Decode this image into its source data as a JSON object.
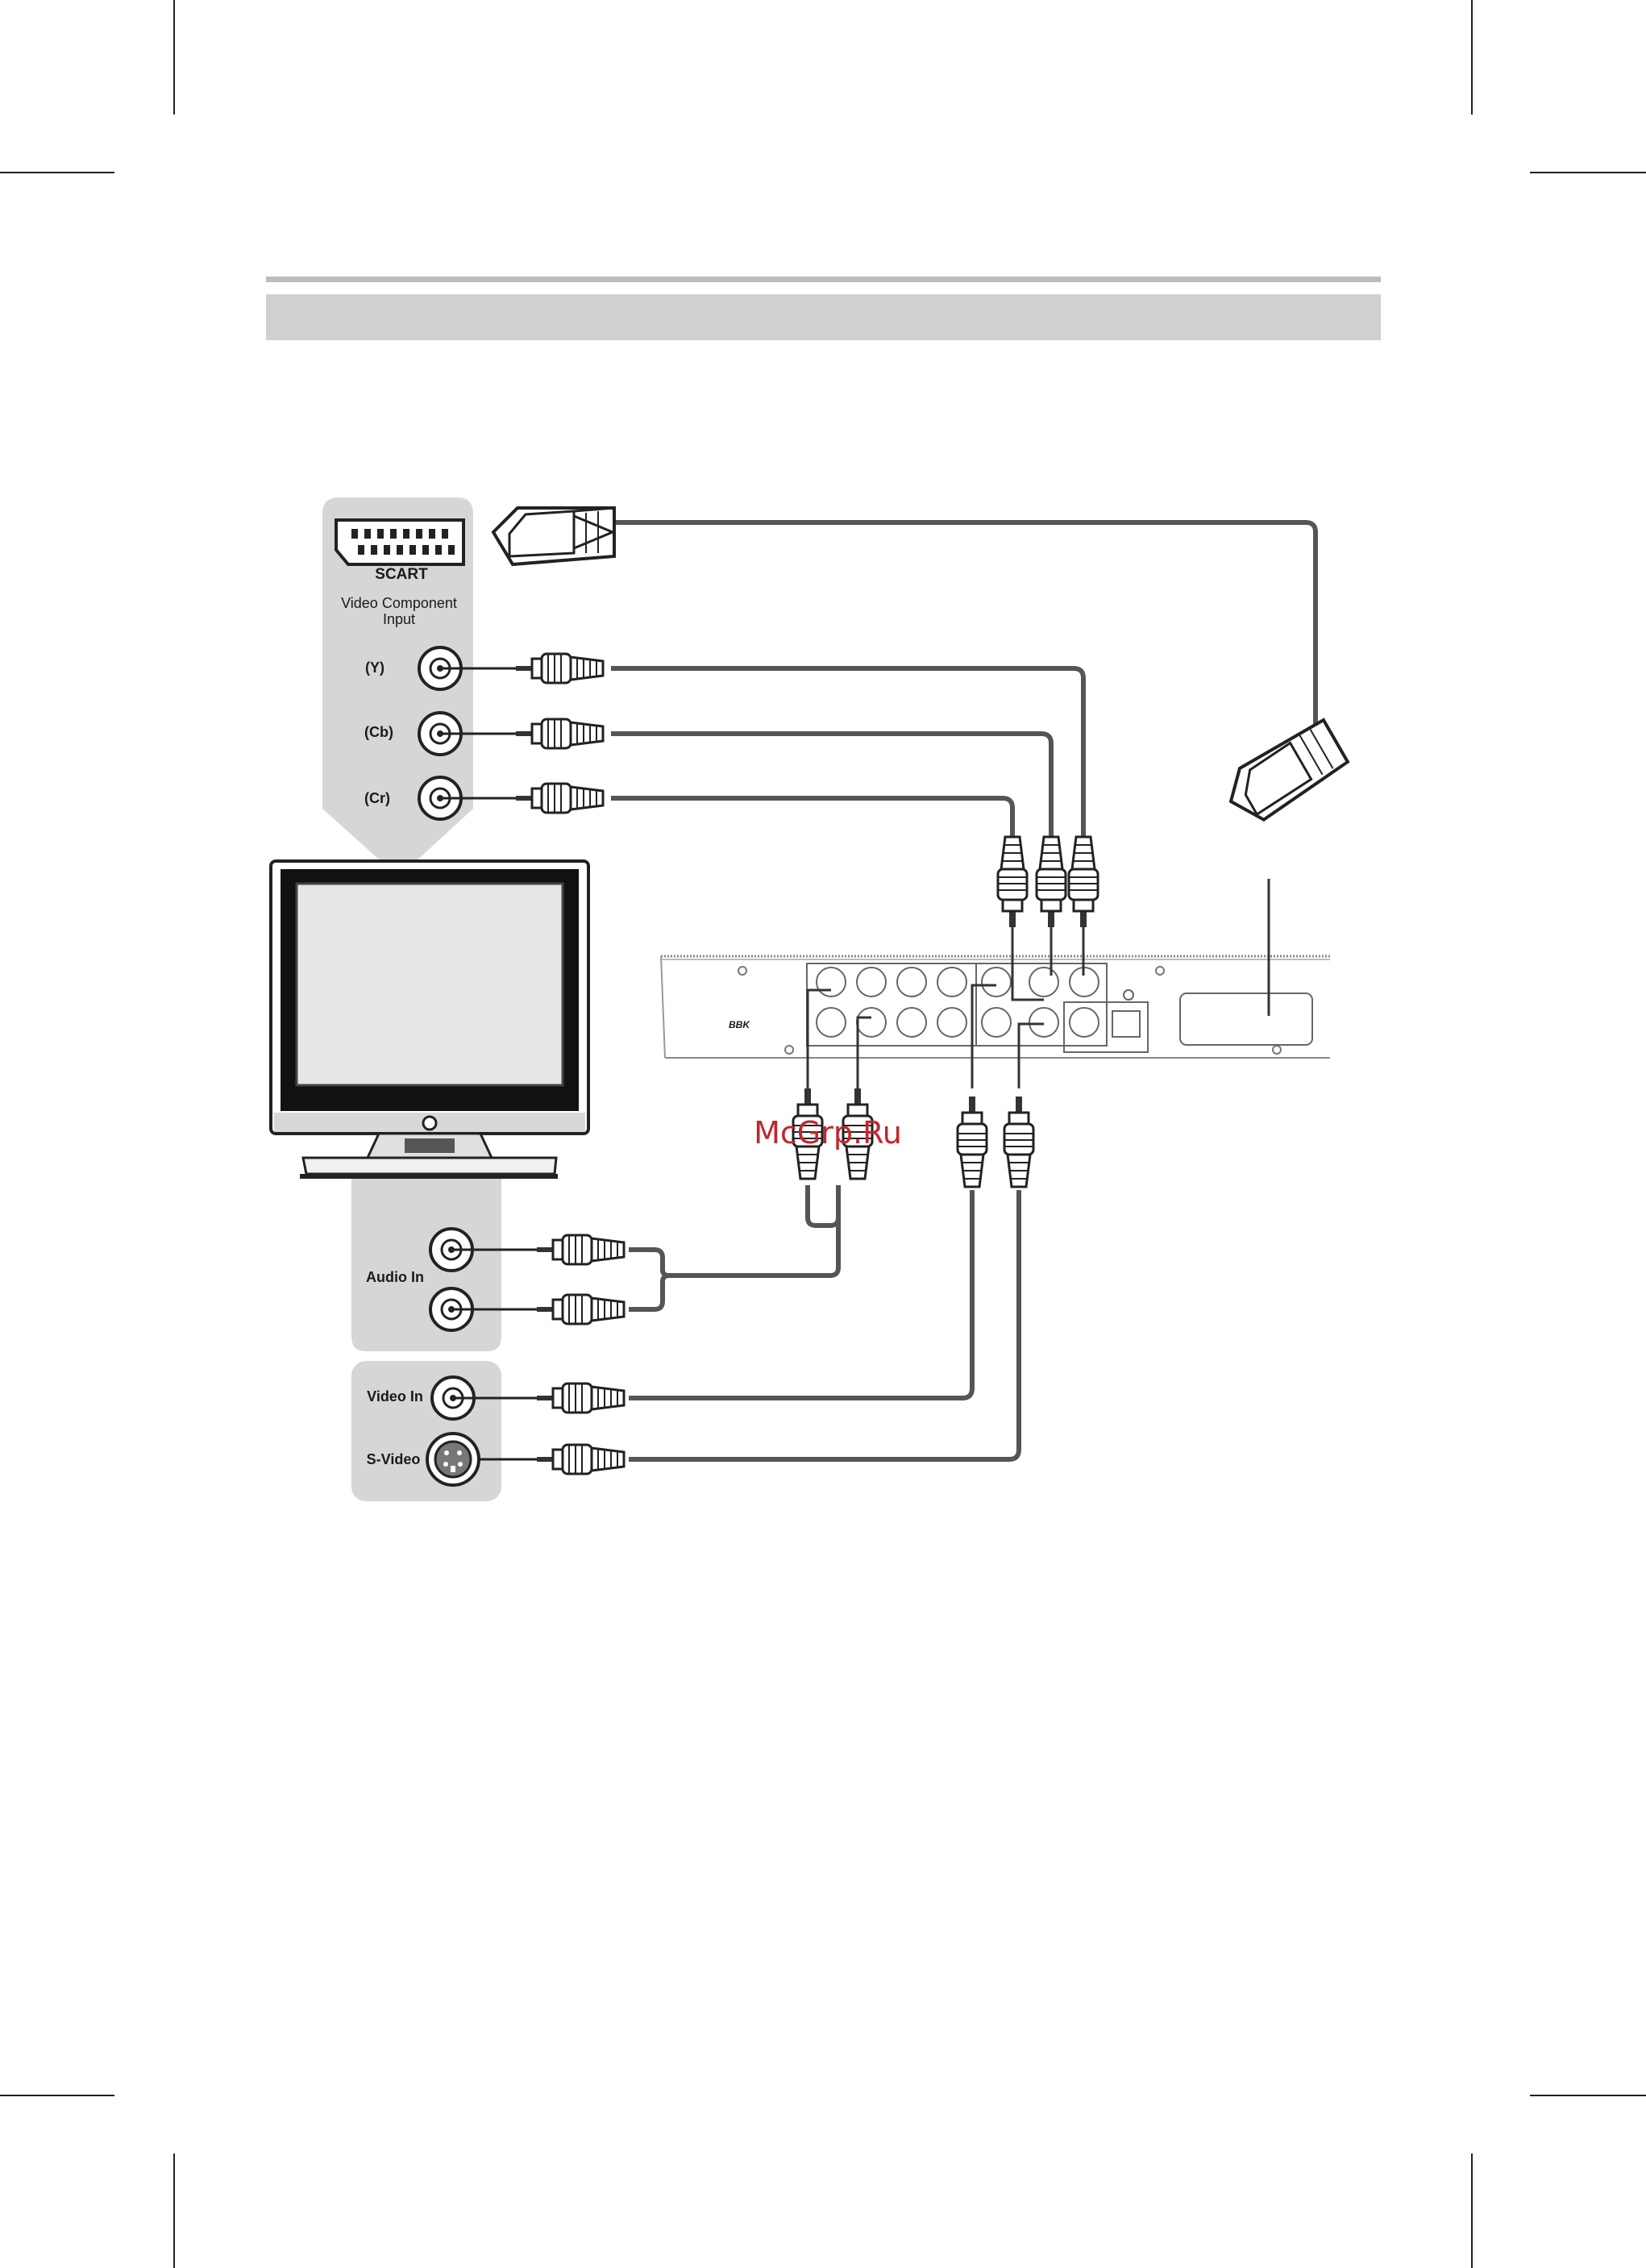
{
  "header": {
    "title": ""
  },
  "tv_panel": {
    "scart_label": "SCART",
    "component_label_line1": "Video Component",
    "component_label_line2": "Input",
    "y_label": "(Y)",
    "cb_label": "(Cb)",
    "cr_label": "(Cr)"
  },
  "audio_panel": {
    "label": "Audio In"
  },
  "video_panel": {
    "video_in_label": "Video In",
    "svideo_label": "S-Video"
  },
  "device": {
    "brand": "BBK"
  },
  "watermark": "McGrp.Ru",
  "colors": {
    "panel_gray": "#d6d6d6",
    "cable": "#555555",
    "watermark": "#c1272d",
    "header_bar": "#cfcfcf"
  }
}
